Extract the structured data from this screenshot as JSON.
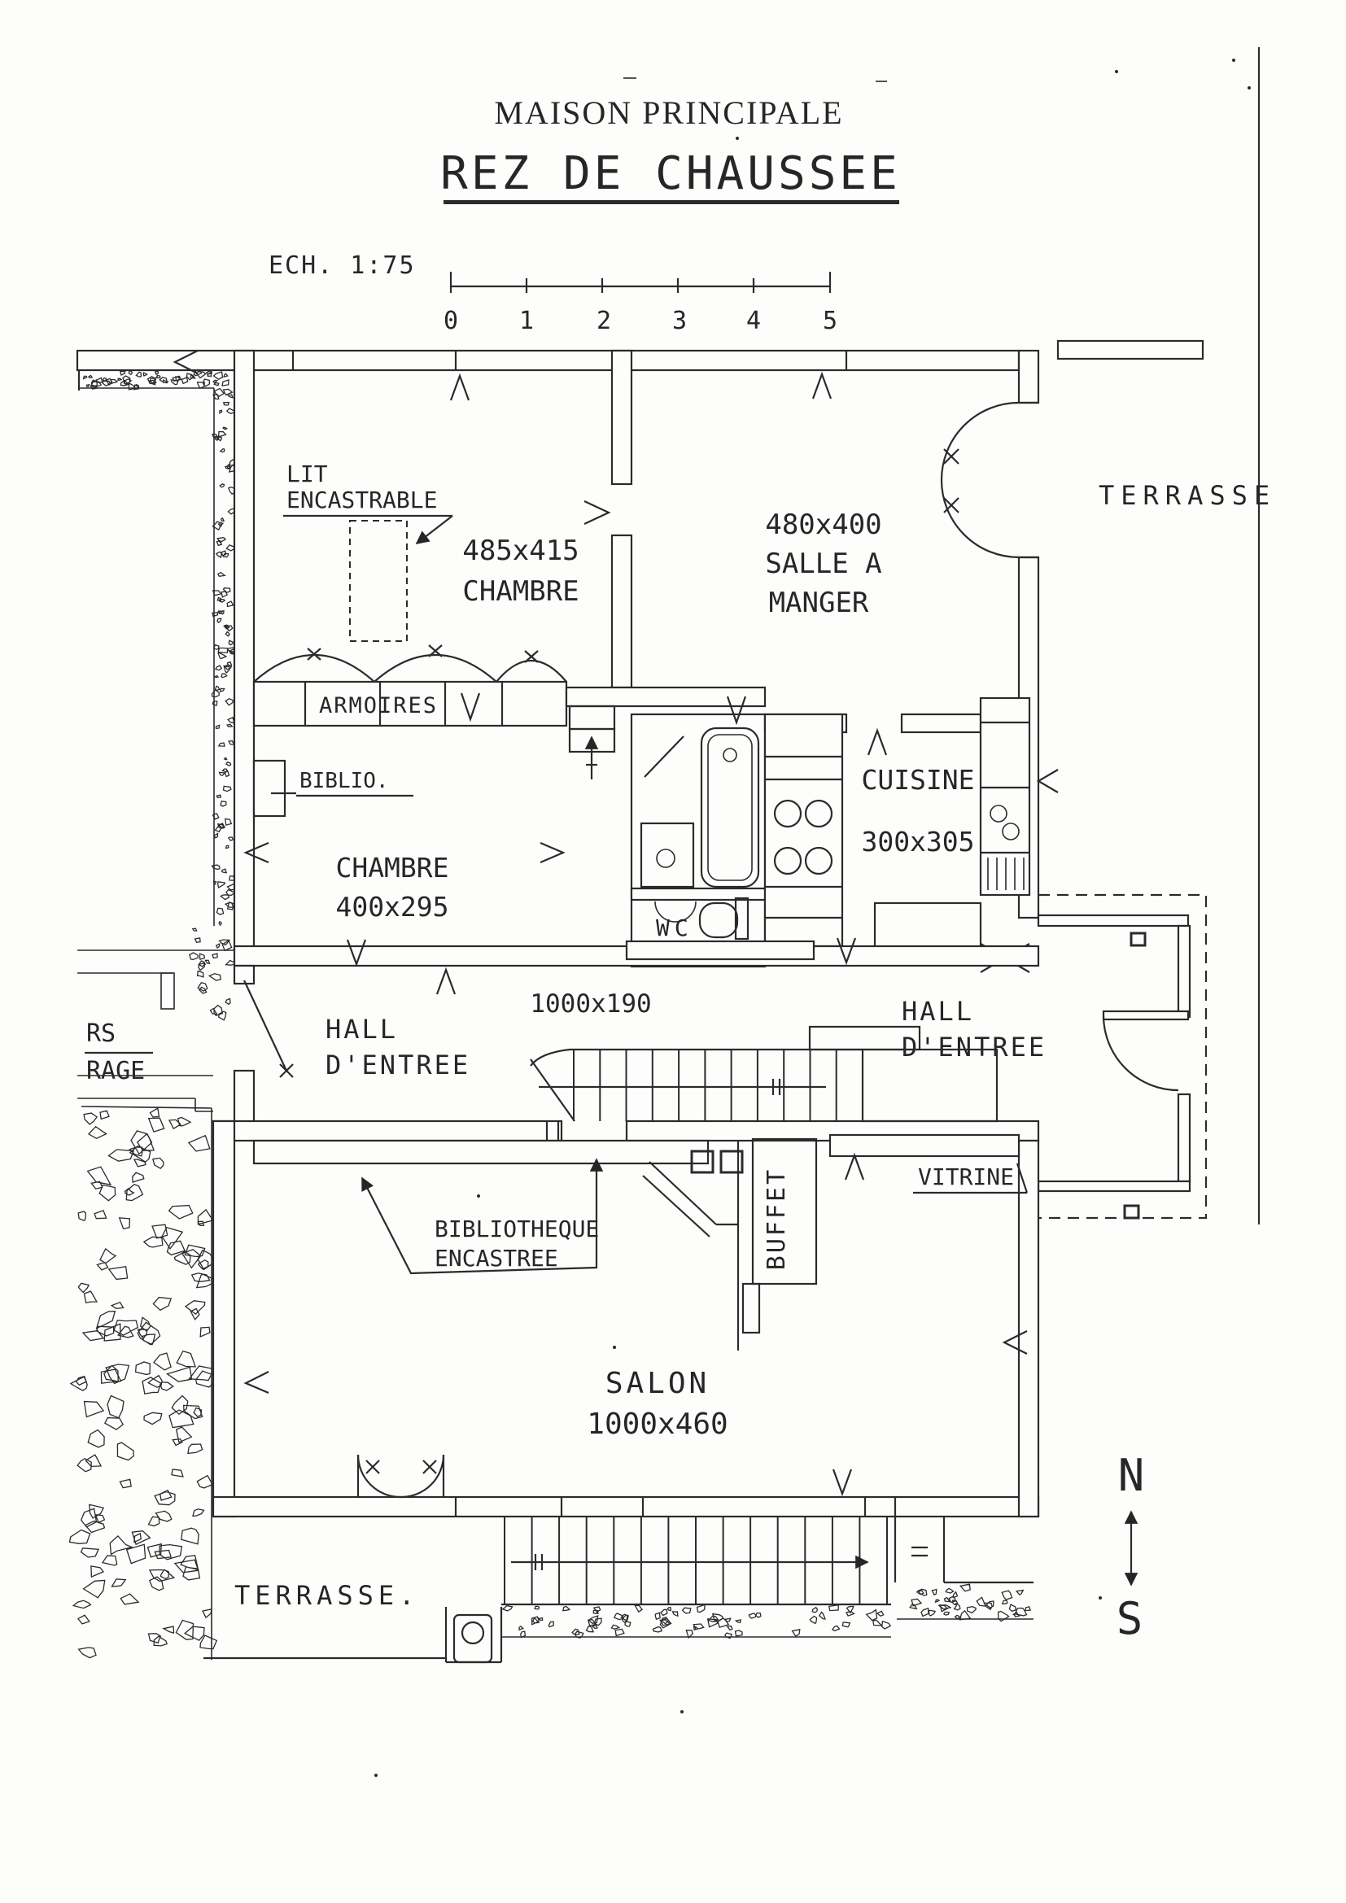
{
  "page": {
    "title": "MAISON PRINCIPALE",
    "subtitle": "REZ DE CHAUSSEE",
    "scale_label": "ECH. 1:75",
    "scale_ticks": [
      "0",
      "1",
      "2",
      "3",
      "4",
      "5"
    ]
  },
  "labels": {
    "lit_line1": "LIT",
    "lit_line2": "ENCASTRABLE",
    "chambre1_dims": "485x415",
    "chambre1_name": "CHAMBRE",
    "sam_dims": "480x400",
    "sam_line1": "SALLE A",
    "sam_line2": "MANGER",
    "terrasse_right": "TERRASSE",
    "armoires": "ARMOIRES",
    "biblio": "BIBLIO.",
    "chambre2_name": "CHAMBRE",
    "chambre2_dims": "400x295",
    "cuisine_name": "CUISINE",
    "cuisine_dims": "300x305",
    "wc": "WC",
    "hall_dims": "1000x190",
    "hall_left_line1": "HALL",
    "hall_left_line2": "D'ENTREE",
    "hall_right_line1": "HALL",
    "hall_right_line2": "D'ENTREE",
    "garage_line1": "RS",
    "garage_line2": "RAGE",
    "bibliotheque_line1": "BIBLIOTHEQUE",
    "bibliotheque_line2": "ENCASTREE",
    "buffet": "BUFFET",
    "vitrine": "VITRINE",
    "salon_name": "SALON",
    "salon_dims": "1000x460",
    "terrasse_bottom": "TERRASSE.",
    "compass_n": "N",
    "compass_s": "S"
  },
  "colors": {
    "ink": "#2b2b2b",
    "paper": "#fdfdfc"
  }
}
